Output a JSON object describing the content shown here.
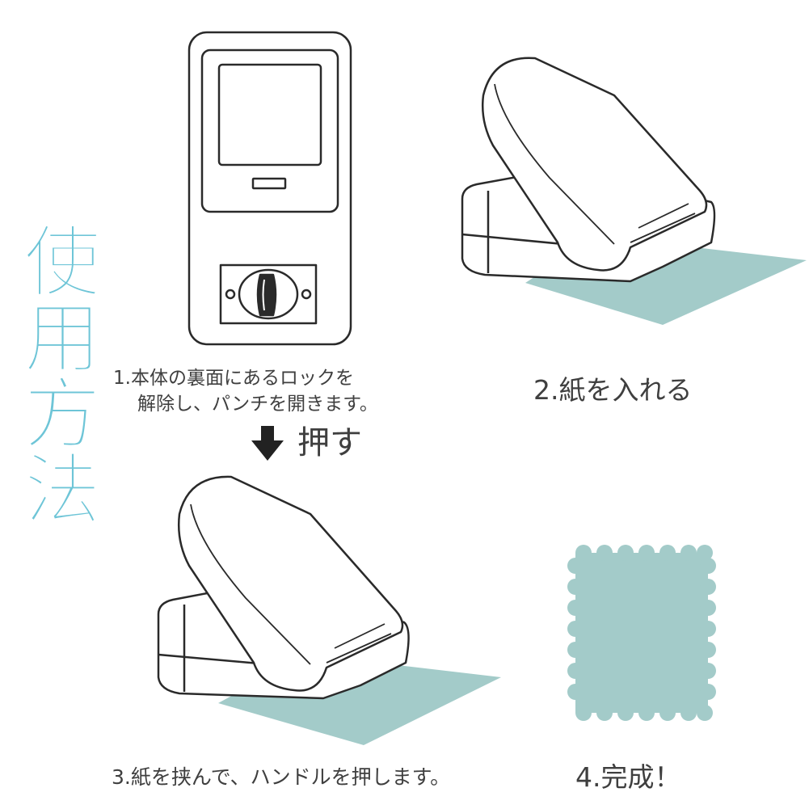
{
  "title": {
    "chars": [
      "使",
      "用",
      "方",
      "法"
    ],
    "color": "#6ec5d7"
  },
  "steps": {
    "step1_line1": "1.本体の裏面にあるロックを",
    "step1_line2": "解除し、パンチを開きます。",
    "step2": "2.紙を入れる",
    "push_label": "押す",
    "step3": "3.紙を挟んで、ハンドルを押します。",
    "step4": "4.完成！"
  },
  "colors": {
    "paper": "#a3cbc9",
    "outline": "#2a2a2a",
    "text": "#3f3f3f",
    "arrow": "#222222"
  },
  "icons": {
    "arrow": "arrow-down-icon",
    "punch_back": "punch-back-view-icon",
    "punch_open": "punch-open-with-paper-icon",
    "punch_press": "punch-pressed-icon",
    "result": "stamp-shaped-paper-icon"
  }
}
